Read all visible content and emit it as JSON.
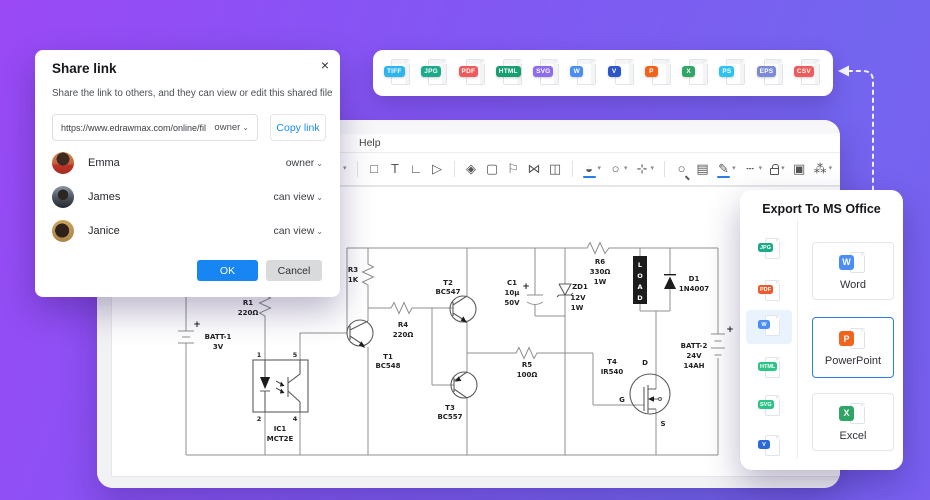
{
  "colors": {
    "background_from": "#9a49f5",
    "background_to": "#7465ef",
    "primary_blue": "#1786f2",
    "link_blue": "#1a8cf8",
    "export_accent": "#2b7de9",
    "sidebar_highlight": "#e9f3fe"
  },
  "share_dialog": {
    "title": "Share link",
    "close_icon": "×",
    "description": "Share the link to others, and they can view or edit this shared file",
    "link_input": {
      "value": "https://www.edrawmax.com/online/fil",
      "permission": "owner"
    },
    "chevron": "⌄",
    "copy_button": "Copy link",
    "members": [
      {
        "name": "Emma",
        "role": "owner"
      },
      {
        "name": "James",
        "role": "can view"
      },
      {
        "name": "Janice",
        "role": "can view"
      }
    ],
    "ok_button": "OK",
    "cancel_button": "Cancel",
    "ok_color": "#1786f2"
  },
  "format_bar": {
    "items": [
      {
        "label": "TIFF",
        "color": "#2eb5f0"
      },
      {
        "label": "JPG",
        "color": "#1aab8a"
      },
      {
        "label": "PDF",
        "color": "#f05a5a"
      },
      {
        "label": "HTML",
        "color": "#17a071"
      },
      {
        "label": "SVG",
        "color": "#8d6cf0"
      },
      {
        "label": "W",
        "color": "#4a8df6"
      },
      {
        "label": "V",
        "color": "#2d55c8"
      },
      {
        "label": "P",
        "color": "#f2641e"
      },
      {
        "label": "X",
        "color": "#2fa566"
      },
      {
        "label": "PS",
        "color": "#2cc3f2"
      },
      {
        "label": "EPS",
        "color": "#7b8bd9"
      },
      {
        "label": "CSV",
        "color": "#f05a5a"
      }
    ]
  },
  "editor": {
    "menu": {
      "items": [
        "Help"
      ]
    },
    "toolbar": {
      "caret": "▾",
      "accent": "#2b7de9",
      "items": [
        {
          "name": "style-caret",
          "glyph": "▾"
        },
        {
          "name": "rectangle-tool",
          "glyph": "□"
        },
        {
          "name": "text-tool",
          "glyph": "T"
        },
        {
          "name": "connector-tool",
          "glyph": "∟"
        },
        {
          "name": "select-tool",
          "glyph": "▷"
        },
        {
          "name": "layers-tool",
          "glyph": "◈"
        },
        {
          "name": "insert-frame-tool",
          "glyph": "▢"
        },
        {
          "name": "align-tool",
          "glyph": "⚐"
        },
        {
          "name": "flip-tool",
          "glyph": "⋈"
        },
        {
          "name": "distribute-tool",
          "glyph": "◫"
        },
        {
          "name": "fill-color-tool",
          "glyph": "◒"
        },
        {
          "name": "shape-color-tool",
          "glyph": "○"
        },
        {
          "name": "crop-tool",
          "glyph": "⊹"
        },
        {
          "name": "zoom-tool",
          "glyph": "○"
        },
        {
          "name": "find-replace-tool",
          "glyph": "▤"
        },
        {
          "name": "pen-color-tool",
          "glyph": "✎"
        },
        {
          "name": "line-style-tool",
          "glyph": "┄"
        },
        {
          "name": "lock-tool",
          "glyph": ""
        },
        {
          "name": "focus-tool",
          "glyph": "▣"
        },
        {
          "name": "accounts-tool",
          "glyph": "⁂"
        }
      ]
    }
  },
  "export_panel": {
    "title": "Export To MS Office",
    "sidebar": [
      {
        "label": "JPG",
        "color": "#1aab8a",
        "selected": false
      },
      {
        "label": "PDF",
        "color": "#f05a2a",
        "selected": false
      },
      {
        "label": "W",
        "color": "#4a8df6",
        "selected": true
      },
      {
        "label": "HTML",
        "color": "#2ec487",
        "selected": false
      },
      {
        "label": "SVG",
        "color": "#2ec487",
        "selected": false
      },
      {
        "label": "V",
        "color": "#2b6bd9",
        "selected": false
      }
    ],
    "options": [
      {
        "label": "Word",
        "letter": "W",
        "color": "#4a8df6",
        "selected": false
      },
      {
        "label": "PowerPoint",
        "letter": "P",
        "color": "#f2641e",
        "selected": true
      },
      {
        "label": "Excel",
        "letter": "X",
        "color": "#2fa566",
        "selected": false
      }
    ]
  },
  "circuit": {
    "labels": {
      "batt1_name": "BATT-1",
      "batt1_val": "3V",
      "r1_name": "R1",
      "r1_val": "220Ω",
      "pin1": "1",
      "pin2": "2",
      "pin4": "4",
      "pin5": "5",
      "ic1_name": "IC1",
      "ic1_val": "MCT2E",
      "r3_name": "R3",
      "r3_val": "1K",
      "t1_name": "T1",
      "t1_val": "BC548",
      "r4_name": "R4",
      "r4_val": "220Ω",
      "t2_name": "T2",
      "t2_val": "BC547",
      "t3_name": "T3",
      "t3_val": "BC557",
      "c1_name": "C1",
      "c1_val": "10µ",
      "c1_v": "50V",
      "zd1_name": "ZD1",
      "zd1_v": "12V",
      "zd1_w": "1W",
      "r5_name": "R5",
      "r5_val": "100Ω",
      "r6_name": "R6",
      "r6_val": "330Ω",
      "r6_w": "1W",
      "load_l": "L",
      "load_o": "O",
      "load_a": "A",
      "load_d": "D",
      "d1_name": "D1",
      "d1_val": "1N4007",
      "t4_name": "T4",
      "t4_val": "IR540",
      "g": "G",
      "d": "D",
      "s": "S",
      "batt2_name": "BATT-2",
      "batt2_val": "24V",
      "batt2_ah": "14AH",
      "plus": "+"
    }
  }
}
